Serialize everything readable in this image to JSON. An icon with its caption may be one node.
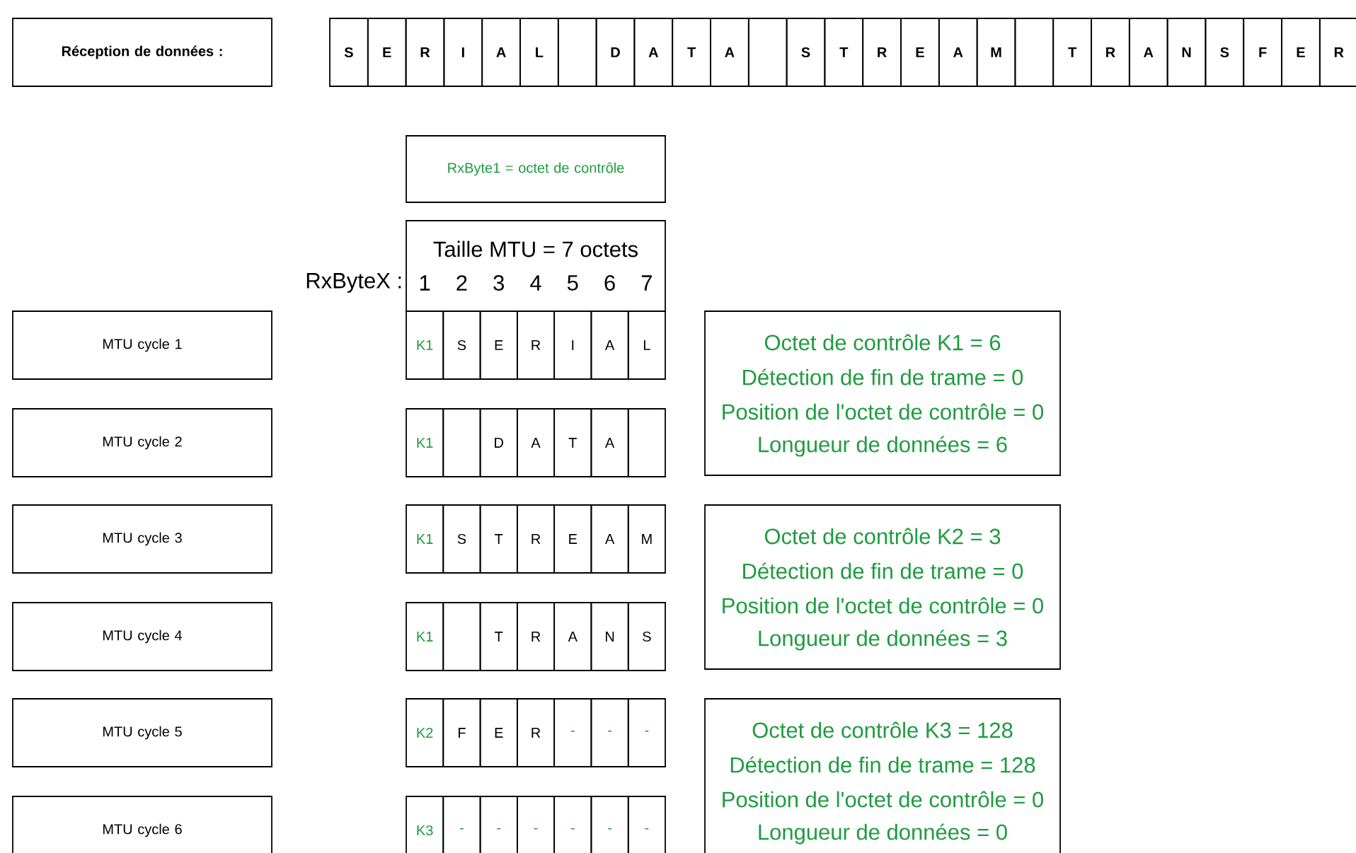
{
  "diagram": {
    "nodes": [
      {
        "text": [
          "Réception de données :"
        ]
      },
      {
        "text": [
          "S"
        ]
      },
      {
        "text": [
          "E"
        ]
      },
      {
        "text": [
          "R"
        ]
      },
      {
        "text": [
          "I"
        ]
      },
      {
        "text": [
          "A"
        ]
      },
      {
        "text": [
          "L"
        ]
      },
      {
        "text": [],
        "shape": "box"
      },
      {
        "text": [
          "D"
        ]
      },
      {
        "text": [
          "A"
        ]
      },
      {
        "text": [
          "T"
        ]
      },
      {
        "text": [
          "A"
        ]
      },
      {
        "text": [],
        "shape": "box"
      },
      {
        "text": [
          "S"
        ]
      },
      {
        "text": [
          "T"
        ]
      },
      {
        "text": [
          "R"
        ]
      },
      {
        "text": [
          "E"
        ]
      },
      {
        "text": [
          "A"
        ]
      },
      {
        "text": [
          "M"
        ]
      },
      {
        "text": [],
        "shape": "box"
      },
      {
        "text": [
          "T"
        ]
      },
      {
        "text": [
          "R"
        ]
      },
      {
        "text": [
          "A"
        ]
      },
      {
        "text": [
          "N"
        ]
      },
      {
        "text": [
          "S"
        ]
      },
      {
        "text": [
          "F"
        ]
      },
      {
        "text": [
          "E"
        ]
      },
      {
        "text": [
          "R"
        ]
      },
      {
        "text": [
          "RxByte1 = octet de contrôle"
        ]
      },
      {
        "text": [
          "Taille MTU = 7 octets",
          "1",
          "2",
          "3",
          "4",
          "5",
          "6",
          "7"
        ],
        "beside": [
          "RxByteX :"
        ]
      },
      {
        "text": [
          "MTU cycle 1"
        ]
      },
      {
        "text": [
          "K1"
        ]
      },
      {
        "text": [
          "S"
        ]
      },
      {
        "text": [
          "E"
        ]
      },
      {
        "text": [
          "R"
        ]
      },
      {
        "text": [
          "I"
        ]
      },
      {
        "text": [
          "A"
        ]
      },
      {
        "text": [
          "L"
        ]
      },
      {
        "text": [
          "Octet de contrôle K1 = 6",
          "Détection de fin de trame = 0",
          "Position de l'octet de contrôle = 0",
          "Longueur de données = 6"
        ]
      },
      {
        "text": [
          "MTU cycle 2"
        ]
      },
      {
        "text": [
          "K1"
        ]
      },
      {
        "text": [],
        "shape": "box"
      },
      {
        "text": [
          "D"
        ]
      },
      {
        "text": [
          "A"
        ]
      },
      {
        "text": [
          "T"
        ]
      },
      {
        "text": [
          "A"
        ]
      },
      {
        "text": [],
        "shape": "box"
      },
      {
        "text": [
          "MTU cycle 3"
        ]
      },
      {
        "text": [
          "K1"
        ]
      },
      {
        "text": [
          "S"
        ]
      },
      {
        "text": [
          "T"
        ]
      },
      {
        "text": [
          "R"
        ]
      },
      {
        "text": [
          "E"
        ]
      },
      {
        "text": [
          "A"
        ]
      },
      {
        "text": [
          "M"
        ]
      },
      {
        "text": [
          "Octet de contrôle K2 = 3",
          "Détection de fin de trame = 0",
          "Position de l'octet de contrôle = 0",
          "Longueur de données = 3"
        ]
      },
      {
        "text": [
          "MTU cycle 4"
        ]
      },
      {
        "text": [
          "K1"
        ]
      },
      {
        "text": [],
        "shape": "box"
      },
      {
        "text": [
          "T"
        ]
      },
      {
        "text": [
          "R"
        ]
      },
      {
        "text": [
          "A"
        ]
      },
      {
        "text": [
          "N"
        ]
      },
      {
        "text": [
          "S"
        ]
      },
      {
        "text": [
          "MTU cycle 5"
        ]
      },
      {
        "text": [
          "K2"
        ]
      },
      {
        "text": [
          "F"
        ]
      },
      {
        "text": [
          "E"
        ]
      },
      {
        "text": [
          "R"
        ]
      },
      {
        "text": [
          "-"
        ]
      },
      {
        "text": [
          "-"
        ]
      },
      {
        "text": [
          "-"
        ]
      },
      {
        "text": [
          "Octet de contrôle K3 = 128",
          "Détection de fin de trame = 128",
          "Position de l'octet de contrôle = 0",
          "Longueur de données = 0"
        ]
      },
      {
        "text": [
          "MTU cycle 6"
        ]
      },
      {
        "text": [
          "K3"
        ]
      },
      {
        "text": [
          "-"
        ]
      },
      {
        "text": [
          "-"
        ]
      },
      {
        "text": [
          "-"
        ]
      },
      {
        "text": [
          "-"
        ]
      },
      {
        "text": [
          "-"
        ]
      },
      {
        "text": [
          "-"
        ]
      }
    ]
  }
}
